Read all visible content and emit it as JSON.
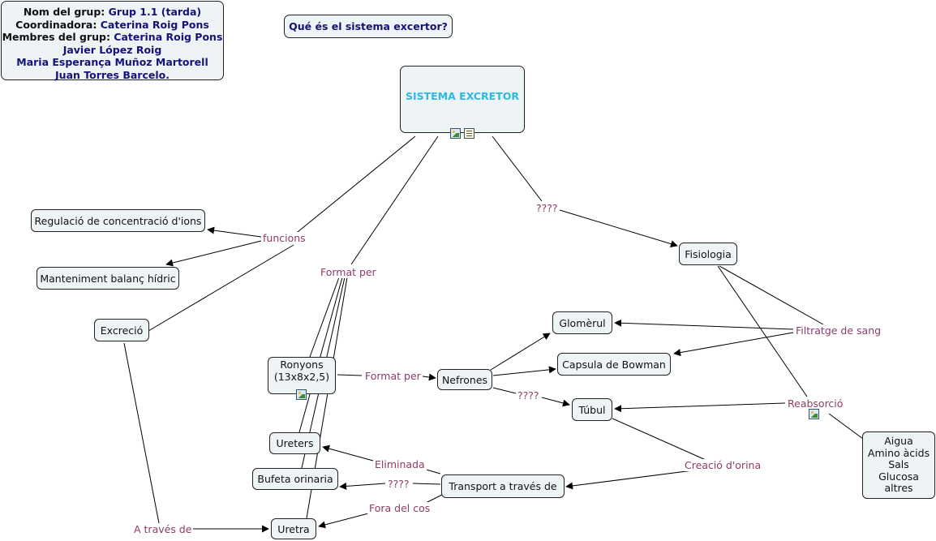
{
  "group_info": {
    "nom_label": "Nom del grup:",
    "nom_value": "Grup 1.1 (tarda)",
    "coord_label": "Coordinadora:",
    "coord_value": "Caterina Roig Pons",
    "membres_label": "Membres del grup:",
    "membres": [
      "Caterina Roig Pons",
      "Javier López Roig",
      "Maria Esperança Muñoz Martorell",
      "Juan Torres Barcelo."
    ]
  },
  "question": "Qué és el sistema excertor?",
  "root": "SISTEMA EXCRETOR",
  "nodes": {
    "regulacio": "Regulació de concentració d'ions",
    "manteniment": "Manteniment balanç hídric",
    "excrecio": "Excreció",
    "fisiologia": "Fisiologia",
    "glomerul": "Glomèrul",
    "bowman": "Capsula de Bowman",
    "tubul": "Túbul",
    "ronyons_1": "Ronyons",
    "ronyons_2": "(13x8x2,5)",
    "nefrones": "Nefrones",
    "ureters": "Ureters",
    "bufeta": "Bufeta orinaria",
    "uretra": "Uretra",
    "transport": "Transport a través de",
    "substancies": [
      "Aigua",
      "Amino àcids",
      "Sals",
      "Glucosa",
      "altres"
    ]
  },
  "labels": {
    "funcions": "funcions",
    "format_per_1": "Format per",
    "qqqq_1": "????",
    "filtratge": "Filtratge de sang",
    "format_per_2": "Format per",
    "qqqq_2": "????",
    "reabsorcio": "Reabsorció",
    "creacio": "Creació d'orina",
    "eliminada": "Eliminada",
    "qqqq_3": "????",
    "fora": "Fora del cos",
    "a_traves": "A través de"
  },
  "colors": {
    "node_fill": "#eef3f6",
    "root_text": "#2bb8e6",
    "link_label": "#8c3c6a",
    "info_value": "#13137a"
  },
  "icons": [
    "image-icon",
    "document-icon"
  ]
}
